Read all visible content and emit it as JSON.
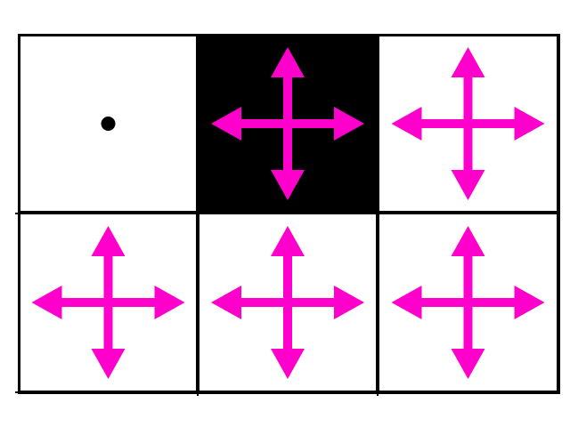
{
  "grid": {
    "rows": 2,
    "cols": 3,
    "selected_index": 1,
    "colors": {
      "border": "#000000",
      "cell_background": "#ffffff",
      "selected_background": "#000000",
      "arrow": "#ff00cc",
      "dot": "#000000"
    },
    "cells": [
      {
        "name": "grid-cell-r1c1",
        "icon": "dot-icon"
      },
      {
        "name": "grid-cell-r1c2",
        "icon": "move-arrows-icon"
      },
      {
        "name": "grid-cell-r1c3",
        "icon": "move-arrows-icon"
      },
      {
        "name": "grid-cell-r2c1",
        "icon": "move-arrows-icon"
      },
      {
        "name": "grid-cell-r2c2",
        "icon": "move-arrows-icon"
      },
      {
        "name": "grid-cell-r2c3",
        "icon": "move-arrows-icon"
      }
    ]
  }
}
